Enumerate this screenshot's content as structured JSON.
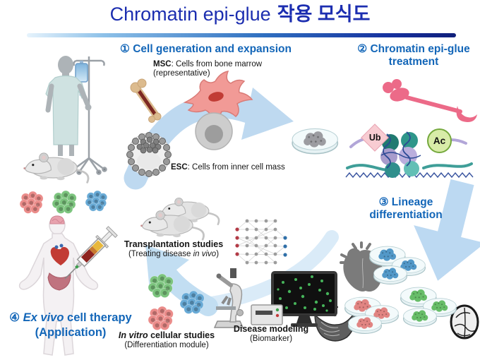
{
  "title": {
    "en": "Chromatin epi-glue",
    "ko": "작용 모식도"
  },
  "sections": {
    "s1": {
      "heading": "① Cell generation and expansion",
      "msc_label": "MSC",
      "msc_rest": ": Cells from bone marrow",
      "msc_sub": "(representative)",
      "esc_label": "ESC",
      "esc_rest": ": Cells from inner cell mass"
    },
    "s2": {
      "line1": "② Chromatin epi-glue",
      "line2": "treatment",
      "ub": "Ub",
      "ac": "Ac"
    },
    "s3": {
      "line1": "③ Lineage",
      "line2": "differentiation"
    },
    "s4": {
      "num": "④ ",
      "italic": "Ex vivo",
      "rest": " cell therapy",
      "sub": "(Application)"
    }
  },
  "labels": {
    "transplant": {
      "title": "Transplantation studies",
      "sub_pre": "(Treating disease ",
      "sub_it": "in vivo",
      "sub_post": ")"
    },
    "invitro": {
      "it": "In vitro",
      "rest": " cellular studies",
      "sub": "(Differentiation module)"
    },
    "disease": {
      "title": "Disease modeling",
      "sub": "(Biomarker)"
    }
  },
  "colors": {
    "title_blue": "#1c2eb0",
    "heading_blue": "#1366b8",
    "arrow_blue": "#bed9f0",
    "epiglue_pink": "#ec6a88",
    "ub_fill": "#f8ccd2",
    "ac_fill": "#d8eca8",
    "red_cells": "#eb8c8a",
    "green_cells": "#7cc47e",
    "blue_cells": "#68aad6",
    "gray_colony": "#95959a",
    "monitor_green": "#46b45a"
  },
  "icons": {
    "patient": "patient-with-iv-stand",
    "mouse": "lab-mouse",
    "bone": "bone-icon",
    "msc_cell": "msc-star-cell",
    "blastocyst": "blastocyst",
    "dish": "petri-dish",
    "epiglue": "epi-glue-molecule",
    "nucleosome": "nucleosome-chromatin",
    "heart": "heart-organ",
    "intestine": "intestine-organ",
    "brain": "brain-organ",
    "body": "human-body",
    "syringe": "syringe",
    "microscope": "fluorescence-microscope",
    "monitor": "imaging-monitor",
    "network": "biomarker-network"
  }
}
